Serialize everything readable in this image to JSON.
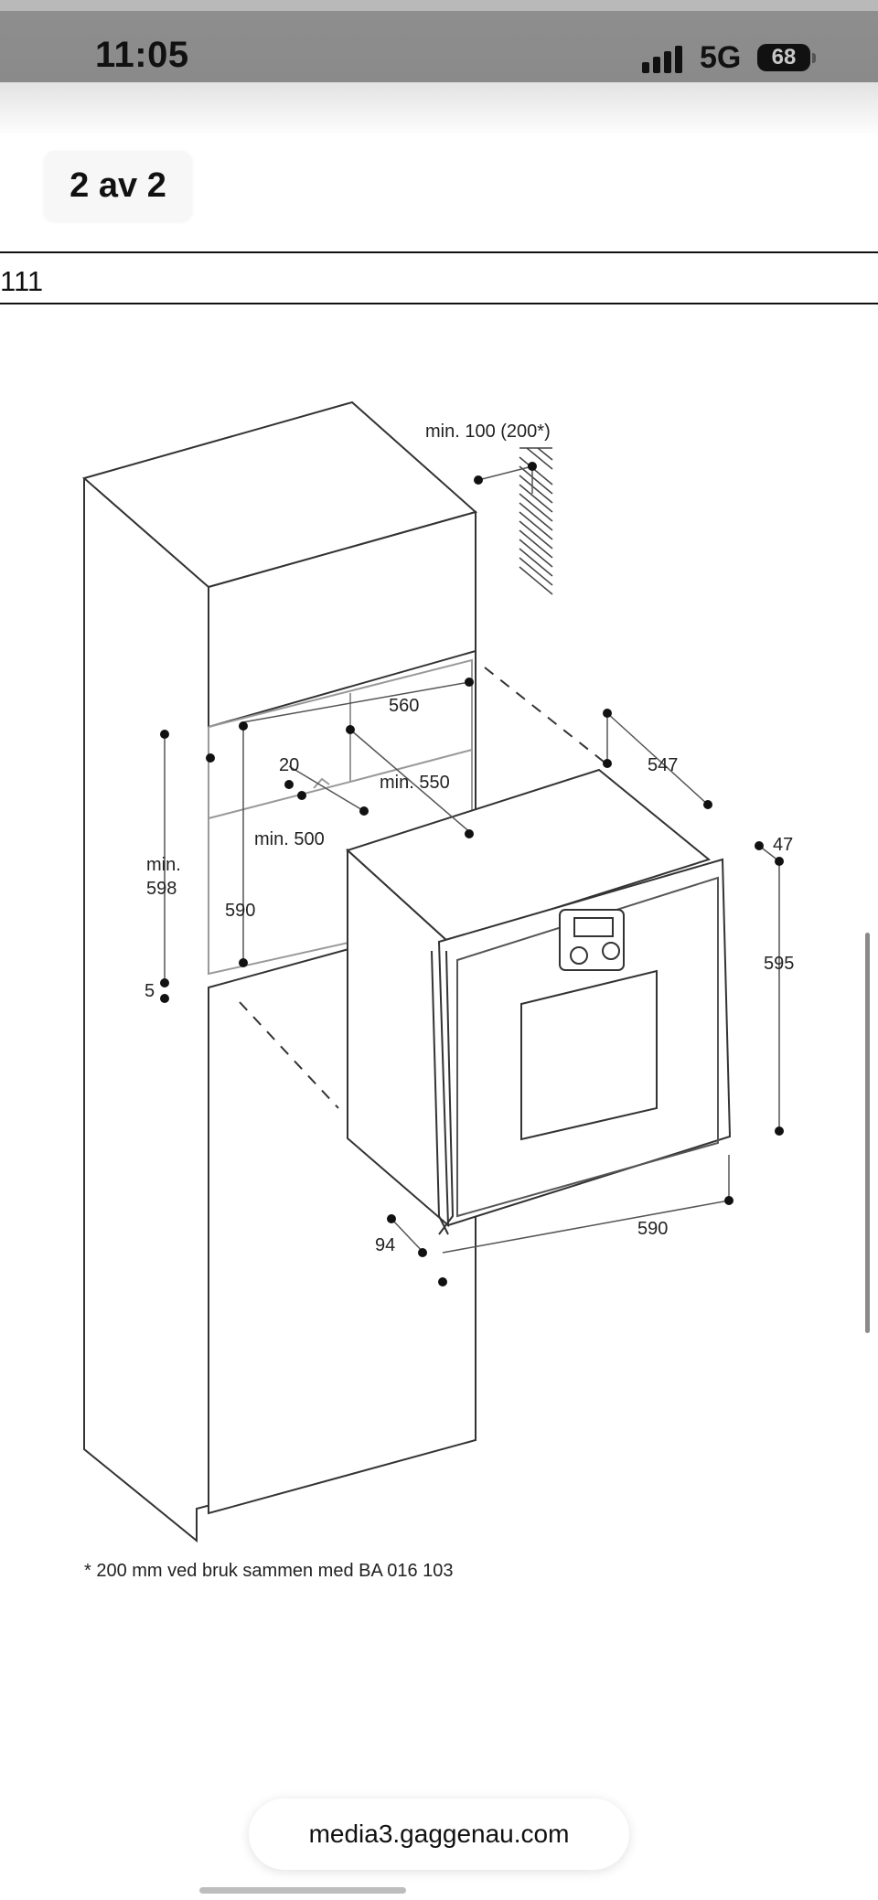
{
  "status_bar": {
    "time": "11:05",
    "network": "5G",
    "battery": "68"
  },
  "page_indicator": "2 av 2",
  "document_code": "111",
  "drawing": {
    "labels": {
      "min_clearance_top": "min. 100 (200*)",
      "niche_width": "560",
      "depth_547": "547",
      "gap_20": "20",
      "min_depth_550": "min. 550",
      "min_500": "min. 500",
      "height_min": "min.",
      "height_min_value": "598",
      "niche_height": "590",
      "gap_5": "5",
      "handle_47": "47",
      "oven_height": "595",
      "handle_depth": "94",
      "oven_width": "590"
    }
  },
  "footnote": "* 200 mm ved bruk sammen med BA 016 103",
  "url_bar": "media3.gaggenau.com"
}
